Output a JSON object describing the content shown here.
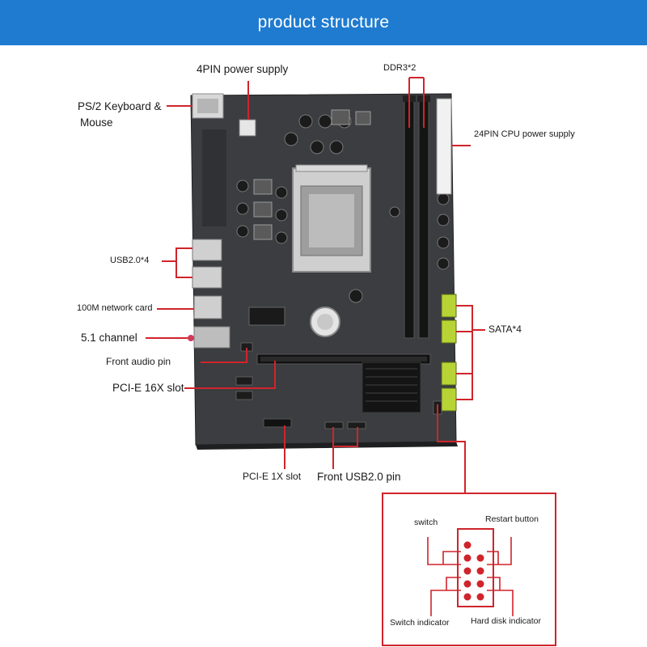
{
  "title": "product structure",
  "labels": {
    "pin4_power": "4PIN power supply",
    "ps2": "PS/2 Keyboard &",
    "ps2_line2": "Mouse",
    "ddr3": "DDR3*2",
    "cpu_power24": "24PIN CPU power supply",
    "usb20x4": "USB2.0*4",
    "network": "100M network card",
    "sata": "SATA*4",
    "channel51": "5.1 channel",
    "front_audio": "Front audio pin",
    "pcie16": "PCI-E 16X slot",
    "pcie1": "PCI-E 1X slot",
    "front_usb": "Front USB2.0 pin"
  },
  "panel": {
    "switch": "switch",
    "restart": "Restart button",
    "switch_indicator": "Switch indicator",
    "hdd_indicator": "Hard disk indicator"
  },
  "colors": {
    "header": "#1f7bd0",
    "callout": "#d0242b",
    "board": "#3b3d40",
    "heatsink": "#141414",
    "sata_port": "#b7d434"
  }
}
